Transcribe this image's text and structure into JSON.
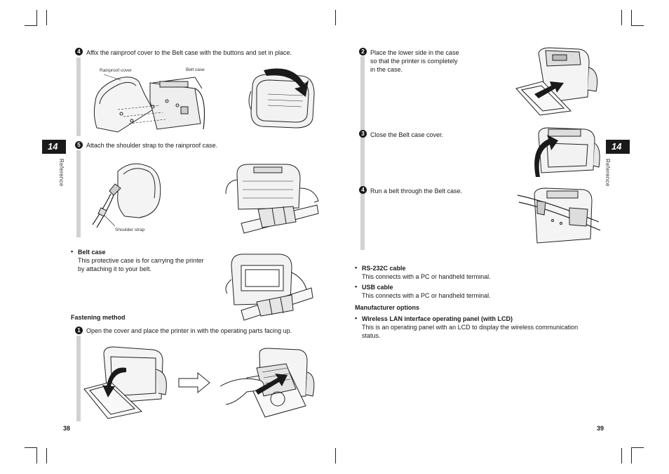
{
  "chapter_tab": "14",
  "side_label": "Reference",
  "left_page": {
    "step4": {
      "number": "4",
      "text": "Affix the rainproof cover to the Belt case with the buttons and set in place.",
      "label_cover": "Rainproof cover",
      "label_case": "Belt case"
    },
    "step5": {
      "number": "5",
      "text": "Attach the shoulder strap to the rainproof case.",
      "label_strap": "Shoulder strap"
    },
    "belt_case": {
      "title": "Belt case",
      "desc_line1": "This protective case is for carrying the printer",
      "desc_line2": "by attaching it to your belt."
    },
    "fastening": {
      "heading": "Fastening method",
      "number": "1",
      "text": "Open the cover and place the printer in with the operating parts facing up."
    },
    "page_number": "38"
  },
  "right_page": {
    "step2": {
      "number": "2",
      "line1": "Place the lower side in the case",
      "line2": "so that the printer is completely",
      "line3": "in the case."
    },
    "step3": {
      "number": "3",
      "text": "Close the Belt case cover."
    },
    "step4": {
      "number": "4",
      "text": "Run a belt through the Belt case."
    },
    "rs232": {
      "title": "RS-232C cable",
      "desc": "This connects with a PC or handheld terminal."
    },
    "usb": {
      "title": "USB cable",
      "desc": "This connects with a PC or handheld terminal."
    },
    "manufacturer": {
      "heading": "Manufacturer options"
    },
    "wireless": {
      "title": "Wireless LAN interface operating panel (with LCD)",
      "desc_line1": "This is an operating panel with an LCD to display the wireless communication",
      "desc_line2": "status."
    },
    "page_number": "39"
  },
  "bullet_glyph": "•",
  "colors": {
    "tab_bg": "#1a1a1a",
    "step_bar": "#d2d2d2",
    "text": "#1a1a1a"
  }
}
